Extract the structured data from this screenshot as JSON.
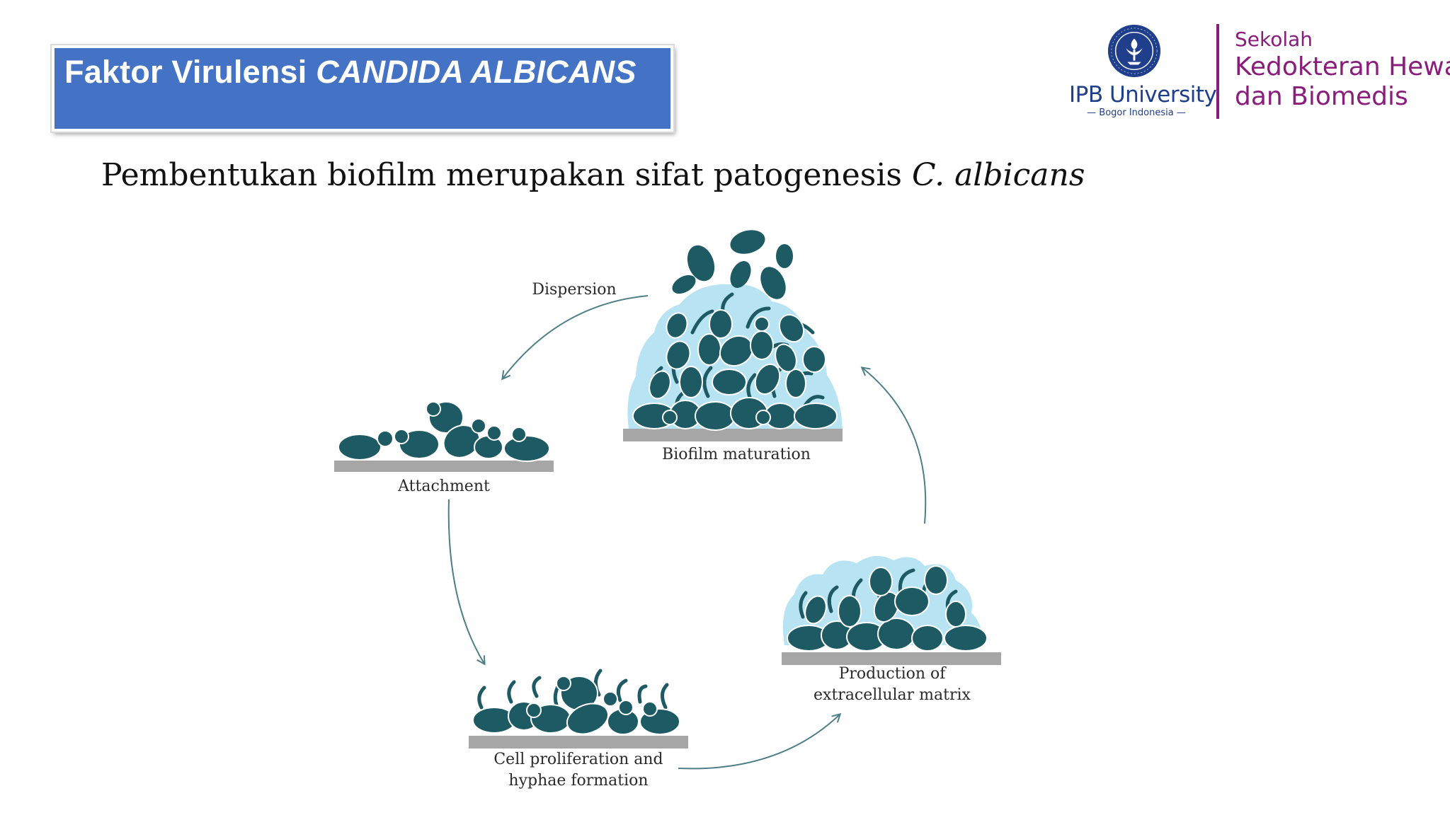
{
  "header": {
    "title_prefix": "Faktor Virulensi ",
    "title_emphasis": "CANDIDA ALBICANS"
  },
  "subtitle": {
    "text": "Pembentukan biofilm merupakan sifat patogenesis ",
    "emphasis": "C. albicans"
  },
  "logo": {
    "university": "IPB University",
    "location": "Bogor Indonesia",
    "school_line1": "Sekolah",
    "school_line2": "Kedokteran Hewan",
    "school_line3": "dan Biomedis"
  },
  "diagram": {
    "stages": {
      "dispersion": "Dispersion",
      "attachment": "Attachment",
      "proliferation_1": "Cell proliferation and",
      "proliferation_2": "hyphae formation",
      "matrix_1": "Production of",
      "matrix_2": "extracellular matrix",
      "maturation": "Biofilm maturation"
    },
    "colors": {
      "cell": "#1d5a63",
      "matrix": "#b7e3f3",
      "substrate": "#a6a6a6",
      "arrow": "#4e7f86"
    }
  }
}
